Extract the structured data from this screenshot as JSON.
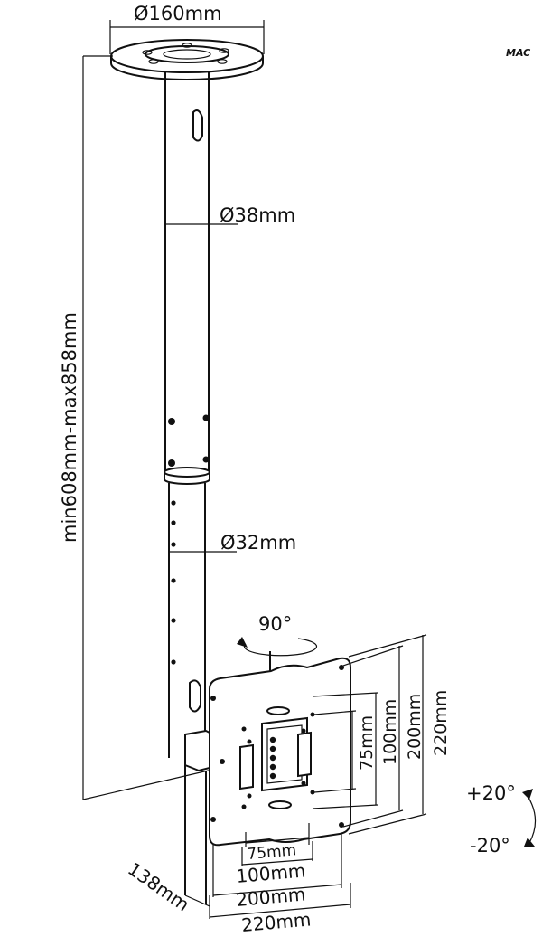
{
  "brand": {
    "text": "MAC"
  },
  "dimensions": {
    "base_plate_diameter": "Ø160mm",
    "upper_tube_diameter": "Ø38mm",
    "lower_tube_diameter": "Ø32mm",
    "pole_length": "min608mm-max858mm",
    "swivel": "90°",
    "depth": "138mm",
    "tilt_up": "+20°",
    "tilt_down": "-20°",
    "vesa_horizontal": [
      "75mm",
      "100mm",
      "200mm",
      "220mm"
    ],
    "vesa_vertical": [
      "75mm",
      "100mm",
      "200mm",
      "220mm"
    ]
  }
}
